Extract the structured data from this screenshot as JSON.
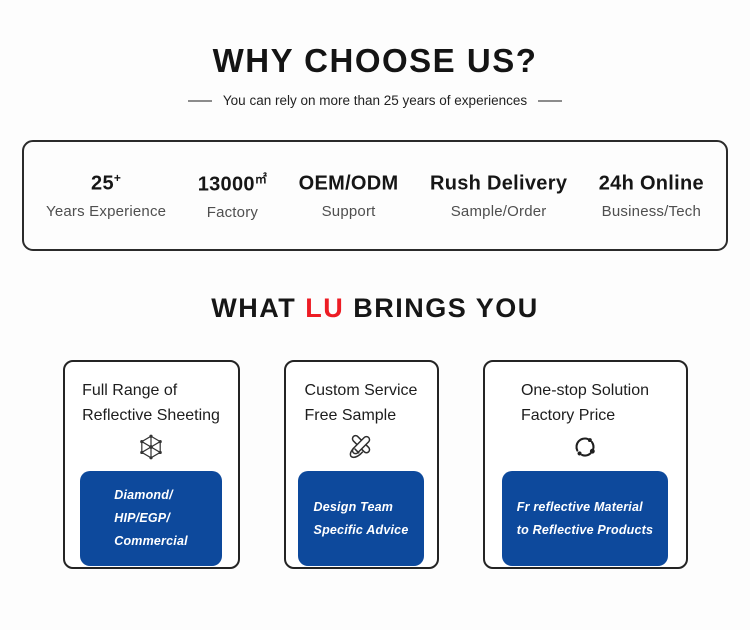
{
  "colors": {
    "accent_blue": "#0d499c",
    "accent_red": "#ed1c24",
    "heading_black": "#161616",
    "label_gray": "#4f4f4f"
  },
  "why_choose_us": {
    "title": "WHY CHOOSE US?",
    "subtitle": "You can rely on more than 25 years of experiences",
    "stats": [
      {
        "value": "25",
        "value_sup": "+",
        "label": "Years Experience"
      },
      {
        "value": "13000",
        "value_sup": "㎡",
        "label": "Factory"
      },
      {
        "value": "OEM/ODM",
        "value_sup": "",
        "label": "Support"
      },
      {
        "value": "Rush Delivery",
        "value_sup": "",
        "label": "Sample/Order"
      },
      {
        "value": "24h Online",
        "value_sup": "",
        "label": "Business/Tech"
      }
    ]
  },
  "what_lu_brings": {
    "title_prefix": "WHAT",
    "title_highlight": "LU",
    "title_suffix": "BRINGS YOU",
    "cards": [
      {
        "title_line1": "Full Range of",
        "title_line2": "Reflective Sheeting",
        "icon": "diamond-lattice-icon",
        "tag_line1": "Diamond/",
        "tag_line2": "HIP/EGP/",
        "tag_line3": "Commercial"
      },
      {
        "title_line1": "Custom Service",
        "title_line2": "Free Sample",
        "icon": "design-tools-icon",
        "tag_line1": "Design Team",
        "tag_line2": "Specific Advice",
        "tag_line3": ""
      },
      {
        "title_line1": "One-stop Solution",
        "title_line2": "Factory Price",
        "icon": "cycle-icon",
        "tag_line1": "Fr reflective Material",
        "tag_line2": "to Reflective Products",
        "tag_line3": ""
      }
    ]
  }
}
